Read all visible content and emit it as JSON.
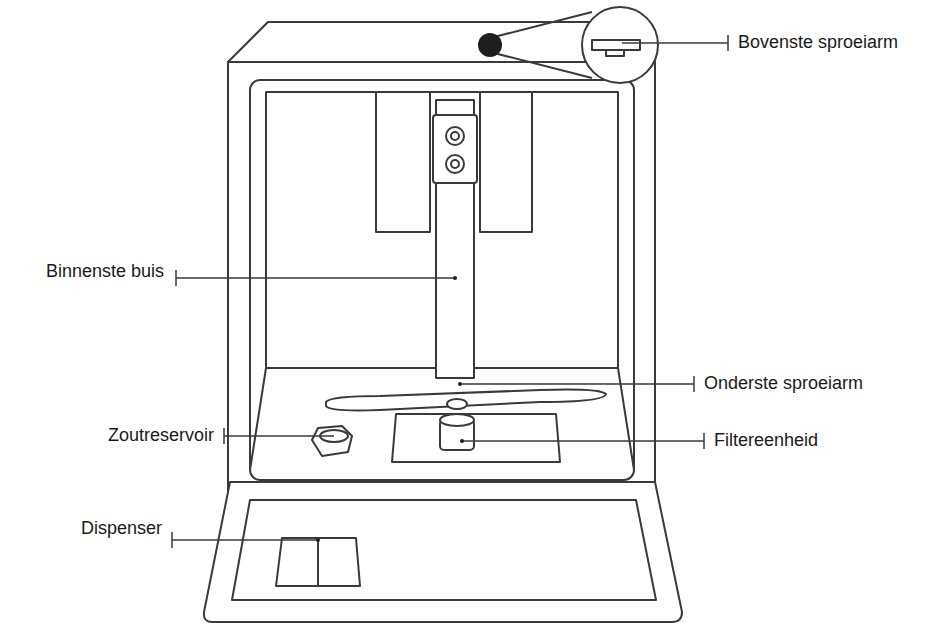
{
  "diagram": {
    "labels": [
      "Bovenste sproeiarm",
      "Binnenste buis",
      "Onderste sproeiarm",
      "Zoutreservoir",
      "Filtereenheid",
      "Dispenser"
    ]
  }
}
